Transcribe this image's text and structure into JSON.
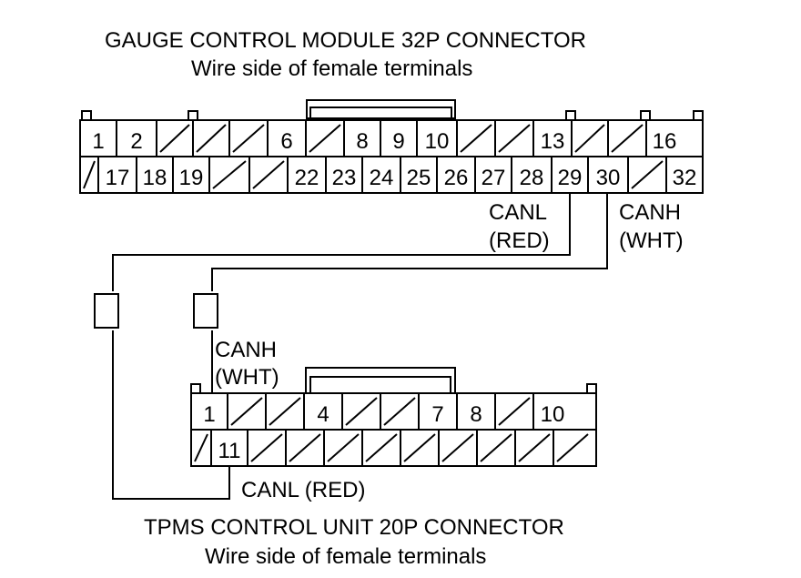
{
  "gauge": {
    "title": "GAUGE CONTROL MODULE 32P CONNECTOR",
    "subtitle": "Wire side of female terminals",
    "row1": [
      "1",
      "2",
      "",
      "",
      "",
      "6",
      "",
      "8",
      "9",
      "10",
      "",
      "",
      "13",
      "",
      "",
      "16"
    ],
    "row2": [
      "",
      "17",
      "18",
      "19",
      "",
      "",
      "22",
      "23",
      "24",
      "25",
      "26",
      "27",
      "28",
      "29",
      "30",
      "",
      "32"
    ],
    "canl_label_1": "CANL",
    "canl_label_2": "(RED)",
    "canh_label_1": "CANH",
    "canh_label_2": "(WHT)"
  },
  "tpms": {
    "title": "TPMS CONTROL UNIT 20P CONNECTOR",
    "subtitle": "Wire side of female terminals",
    "row1": [
      "1",
      "",
      "",
      "4",
      "",
      "",
      "7",
      "8",
      "",
      "10"
    ],
    "row2": [
      "",
      "11",
      "",
      "",
      "",
      "",
      "",
      "",
      "",
      "",
      ""
    ],
    "canh_label_1": "CANH",
    "canh_label_2": "(WHT)",
    "canl_label": "CANL (RED)"
  }
}
